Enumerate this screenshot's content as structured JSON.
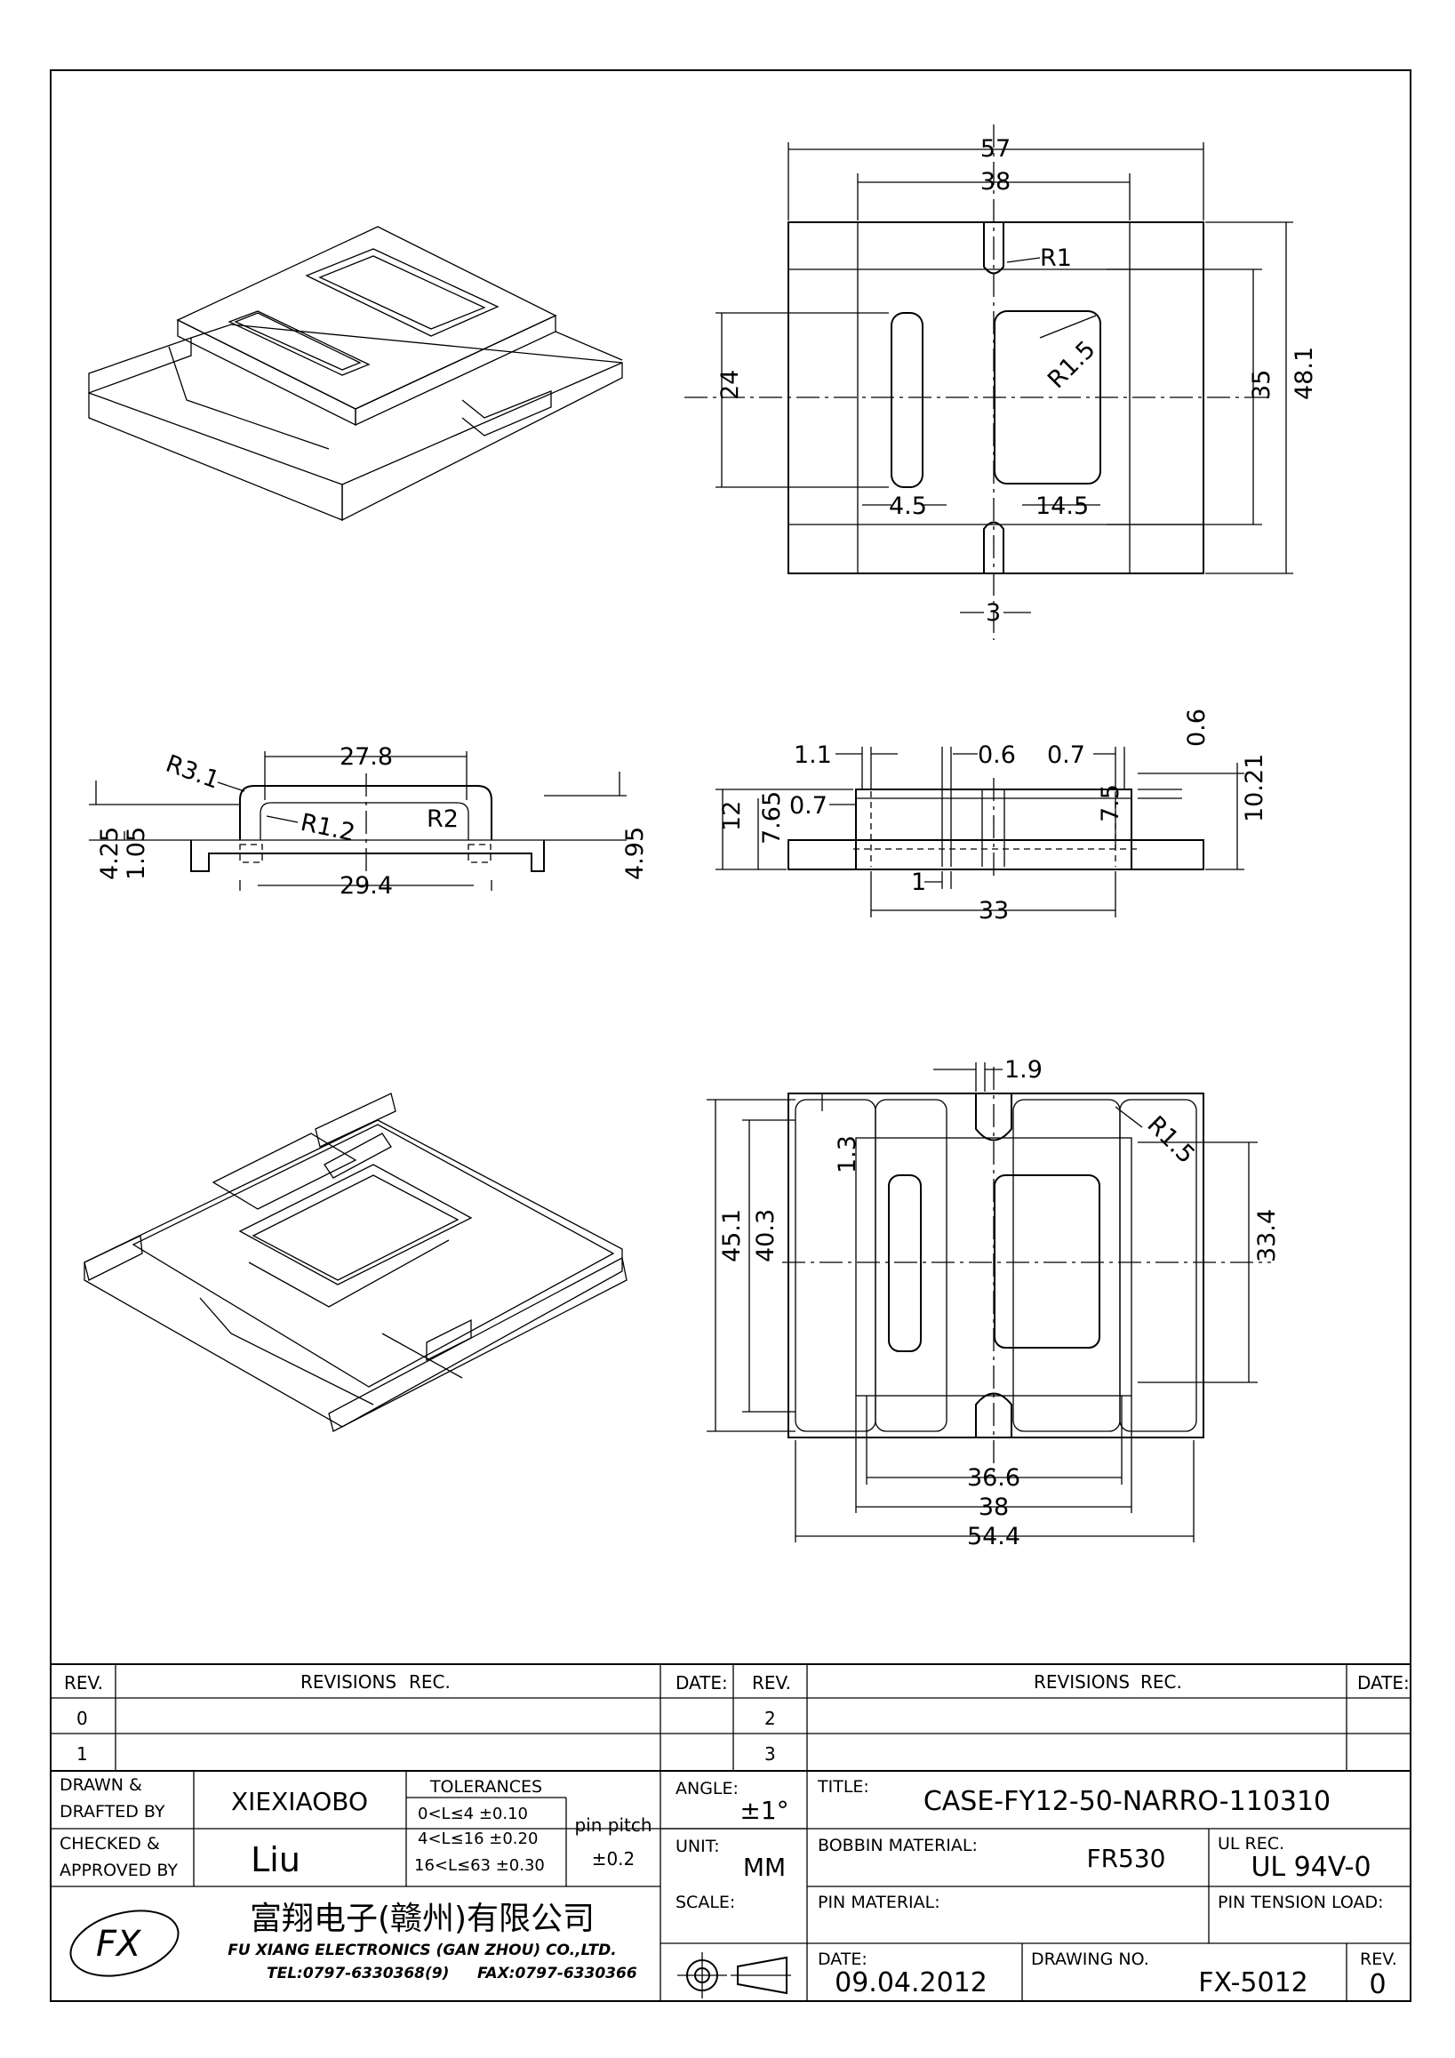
{
  "dimensions": {
    "top_view": {
      "d57": "57",
      "d38": "38",
      "r1": "R1",
      "r15": "R1.5",
      "d24": "24",
      "d35": "35",
      "d481": "48.1",
      "d45": "4.5",
      "d145": "14.5",
      "d3": "3"
    },
    "front_section": {
      "d278": "27.8",
      "r31": "R3.1",
      "r12": "R1.2",
      "r2": "R2",
      "d294": "29.4",
      "d425": "4.25",
      "d105": "1.05",
      "d495": "4.95"
    },
    "side_section": {
      "d11": "1.1",
      "d06a": "0.6",
      "d07a": "0.7",
      "d06b": "0.6",
      "d07b": "0.7",
      "d12": "12",
      "d765": "7.65",
      "d75": "7.5",
      "d1021": "10.21",
      "d1": "1",
      "d33": "33"
    },
    "bottom_view": {
      "d19": "1.9",
      "r15": "R1.5",
      "d13": "1.3",
      "d451": "45.1",
      "d403": "40.3",
      "d334": "33.4",
      "d366": "36.6",
      "d38": "38",
      "d544": "54.4"
    }
  },
  "title_block": {
    "rev_label": "REV.",
    "revisions_label": "REVISIONS",
    "rec_label": "REC.",
    "date_label": "DATE:",
    "rev_rows_left": [
      "0",
      "1"
    ],
    "rev_rows_right": [
      "2",
      "3"
    ],
    "drawn_by_label_1": "DRAWN &",
    "drawn_by_label_2": "DRAFTED BY",
    "drawn_by": "XIEXIAOBO",
    "checked_label_1": "CHECKED &",
    "checked_label_2": "APPROVED BY",
    "checked_by": "Liu",
    "tolerances_label": "TOLERANCES",
    "tol_rows": [
      "0<L≤4  ±0.10",
      "4<L≤16  ±0.20",
      "16<L≤63  ±0.30"
    ],
    "pin_pitch_label": "pin pitch",
    "pin_pitch_value": "±0.2",
    "angle_label": "ANGLE:",
    "angle_value": "±1°",
    "unit_label": "UNIT:",
    "unit_value": "MM",
    "scale_label": "SCALE:",
    "title_label": "TITLE:",
    "title_value": "CASE-FY12-50-NARRO-110310",
    "bobbin_label": "BOBBIN MATERIAL:",
    "bobbin_value": "FR530",
    "ul_label": "UL REC.",
    "ul_value": "UL 94V-0",
    "pin_material_label": "PIN MATERIAL:",
    "pin_tension_label": "PIN TENSION LOAD:",
    "company_cn": "富翔电子(赣州)有限公司",
    "company_en": "FU XIANG ELECTRONICS (GAN ZHOU) CO.,LTD.",
    "tel": "TEL:0797-6330368(9)",
    "fax": "FAX:0797-6330366",
    "date_value": "09.04.2012",
    "drawing_no_label": "DRAWING NO.",
    "drawing_no_value": "FX-5012",
    "rev_value": "0",
    "logo_text": "FX"
  }
}
